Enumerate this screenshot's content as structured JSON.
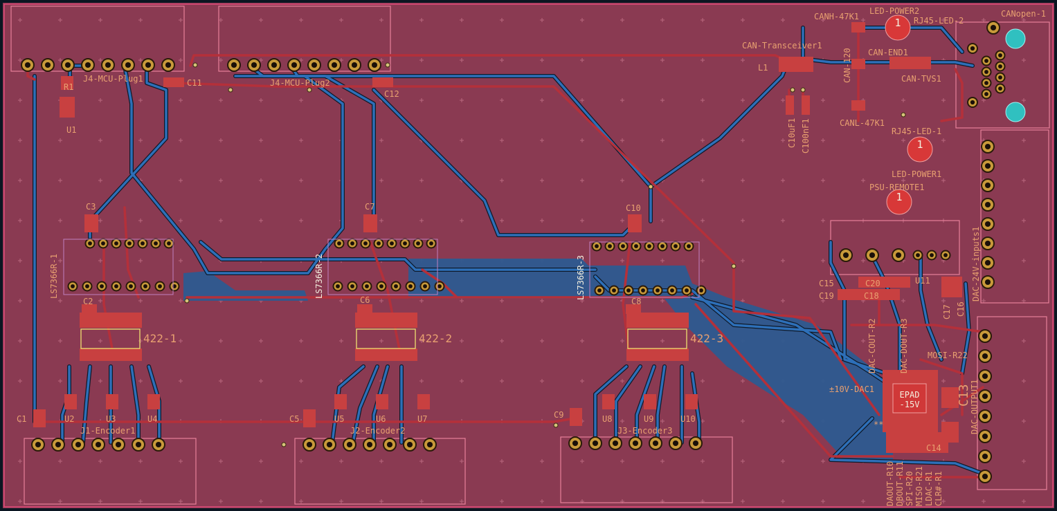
{
  "board": {
    "colors": {
      "copper_bg": "#8a3a52",
      "edge": "#e04a7a",
      "trace_back": "#2d6fb8",
      "trace_front": "#b4303a",
      "pour": "#2d5a90",
      "pad": "#d9a440",
      "silk": "#e8a070"
    },
    "labels": {
      "j4_plug1": "J4-MCU-Plug1",
      "j4_plug2": "J4-MCU-Plug2",
      "c11": "C11",
      "c12": "C12",
      "r1": "R1",
      "u1": "U1",
      "can_transceiver": "CAN-Transceiver1",
      "canh": "CANH-47K1",
      "canl": "CANL-47K1",
      "can120": "CAN-120",
      "can_end": "CAN-END1",
      "can_tvs": "CAN-TVS1",
      "led_power2": "LED-POWER2",
      "led_power1": "LED-POWER1",
      "rj45_led2": "RJ45-LED-2",
      "rj45_led1": "RJ45-LED-1",
      "canopen": "CANopen-1",
      "l1": "L1",
      "c10uf": "C10uF1",
      "c100nf": "C100nF1",
      "psu_remote": "PSU-REMOTE1",
      "c3": "C3",
      "c7": "C7",
      "c10": "C10",
      "ls1": "LS7366R-1",
      "ls2": "LS7366R-2",
      "ls3": "LS7366R-3",
      "c2": "C2",
      "c6": "C6",
      "c8": "C8",
      "r422_1": "422-1",
      "r422_2": "422-2",
      "r422_3": "422-3",
      "c15": "C15",
      "c19": "C19",
      "c20": "C20",
      "c18": "C18",
      "u11": "U11",
      "c17": "C17",
      "c16": "C16",
      "dac24": "DAC-24V-inputs1",
      "dac_cout": "DAC-COUT-R2",
      "dac_dout": "DAC-DOUT-R3",
      "mosi": "MOSI-R22",
      "dac10": "±10V-DAC1",
      "epad": "EPAD",
      "minus15": "-15V",
      "c13": "C13",
      "c14": "C14",
      "dac_output": "DAC-OUTPUT1",
      "c1": "C1",
      "c5": "C5",
      "c9": "C9",
      "u2": "U2",
      "u3": "U3",
      "u4": "U4",
      "u5": "U5",
      "u6": "U6",
      "u7": "U7",
      "u8": "U8",
      "u9": "U9",
      "u10": "U10",
      "enc1": "J1-Encoder1",
      "enc2": "J2-Encoder2",
      "enc3": "J3-Encoder3",
      "daout": "DAOUT-R10",
      "dbout": "DBOUT-R11",
      "spi": "SPI-R20",
      "miso": "MISO-R21",
      "ldac": "LDAC-R1",
      "clr": "CLR#-R1",
      "led_mark": "1",
      "stars": "**"
    }
  }
}
